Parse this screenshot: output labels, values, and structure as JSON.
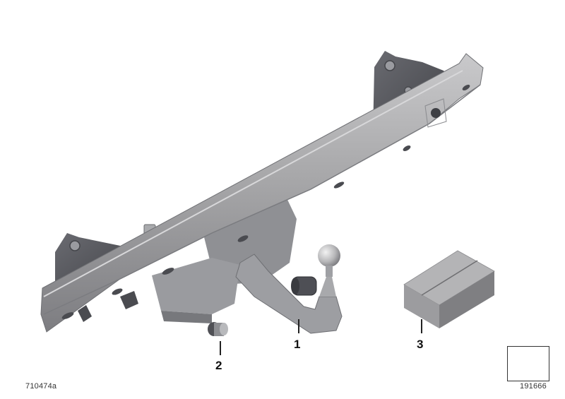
{
  "diagram": {
    "type": "exploded-parts-illustration",
    "subject": "trailer tow hitch assembly",
    "drawing_id": "710474a",
    "nav_id": "191666",
    "nav_icon": "return-arrow-icon",
    "colors": {
      "background": "#ffffff",
      "crossbar": "#a9a9ab",
      "crossbar_dark": "#86868a",
      "bracket": "#55565c",
      "ball": "#c4c4c6",
      "box_top": "#b2b2b4",
      "box_side": "#8a8a8d",
      "label": "#111111"
    },
    "callouts": [
      {
        "num": "1",
        "part": "tow-hitch-assembly"
      },
      {
        "num": "2",
        "part": "plug-cap"
      },
      {
        "num": "3",
        "part": "parts-kit-box"
      }
    ]
  }
}
